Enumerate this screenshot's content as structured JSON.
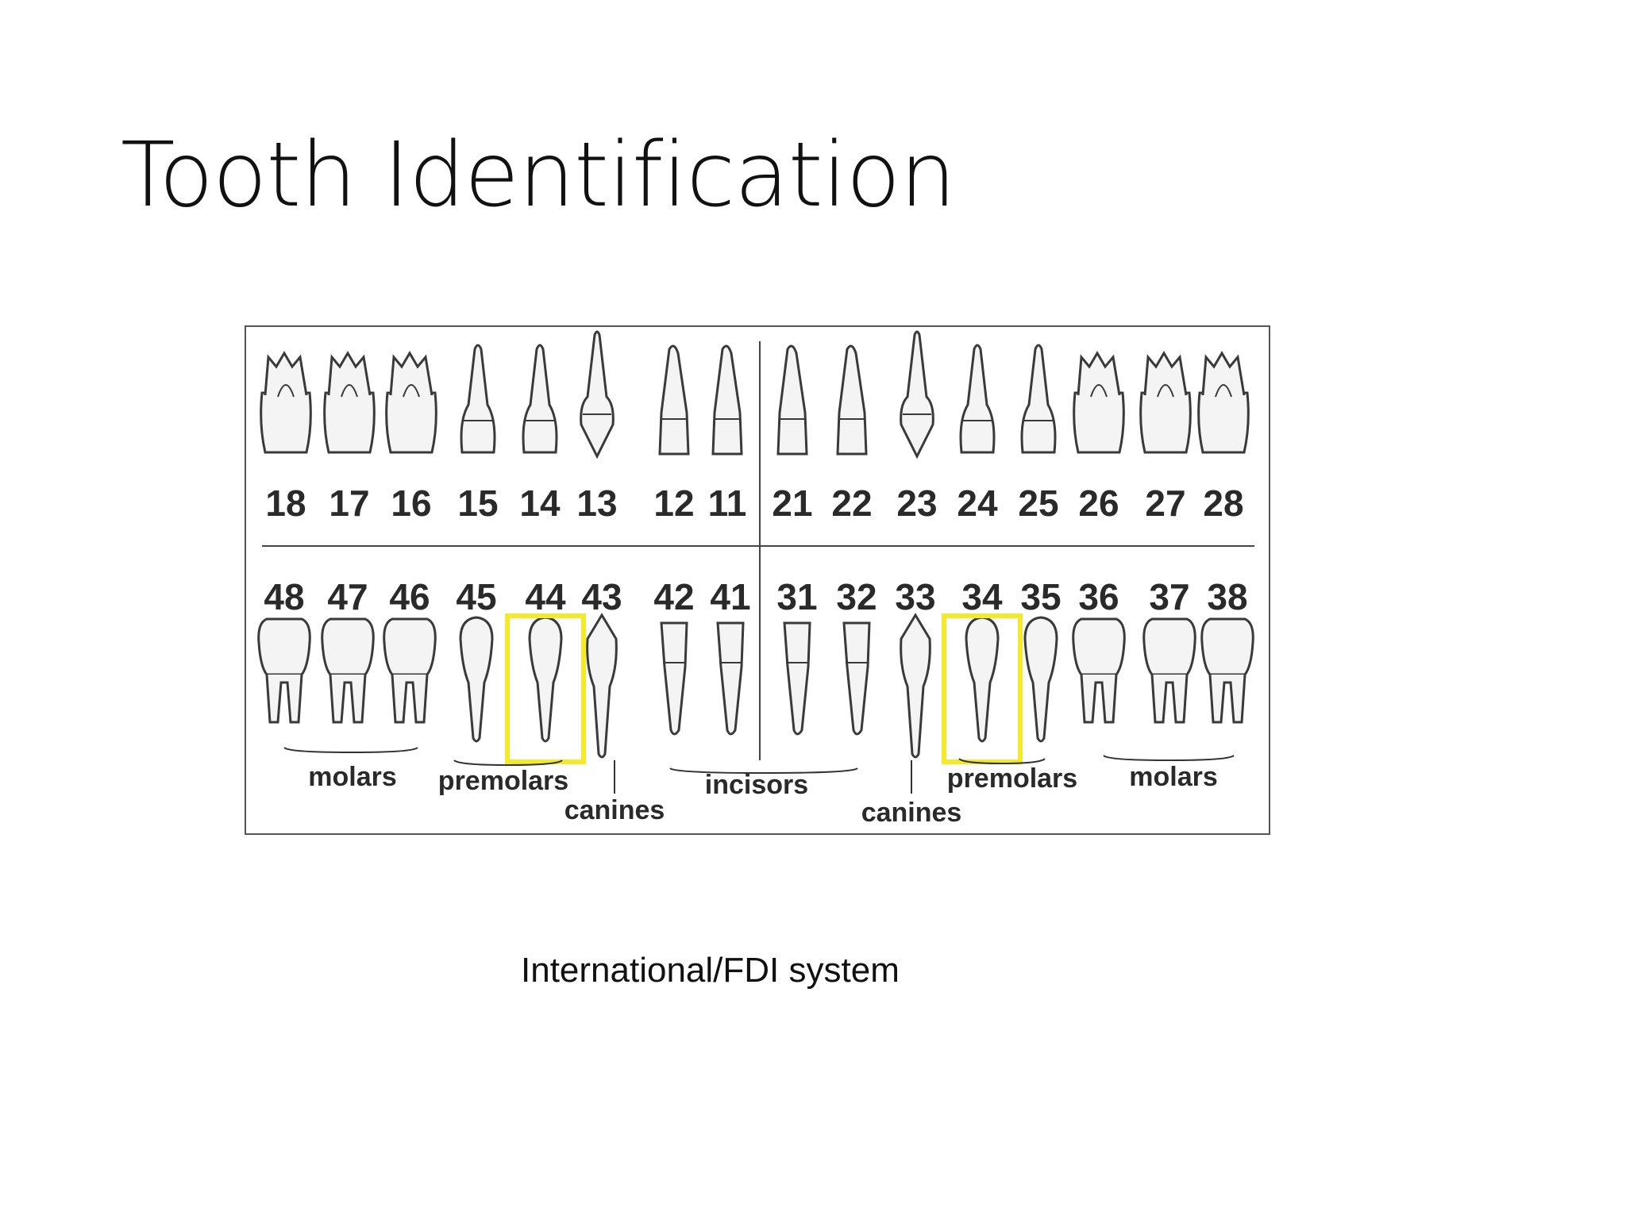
{
  "title": "Tooth Identification",
  "caption": "International/FDI system",
  "highlight_color": "#f2ea2a",
  "upper_teeth": [
    {
      "num": "18",
      "kind": "molar"
    },
    {
      "num": "17",
      "kind": "molar"
    },
    {
      "num": "16",
      "kind": "molar"
    },
    {
      "num": "15",
      "kind": "premolar"
    },
    {
      "num": "14",
      "kind": "premolar"
    },
    {
      "num": "13",
      "kind": "canine"
    },
    {
      "num": "12",
      "kind": "incisor"
    },
    {
      "num": "11",
      "kind": "incisor"
    },
    {
      "num": "21",
      "kind": "incisor"
    },
    {
      "num": "22",
      "kind": "incisor"
    },
    {
      "num": "23",
      "kind": "canine"
    },
    {
      "num": "24",
      "kind": "premolar"
    },
    {
      "num": "25",
      "kind": "premolar"
    },
    {
      "num": "26",
      "kind": "molar"
    },
    {
      "num": "27",
      "kind": "molar"
    },
    {
      "num": "28",
      "kind": "molar"
    }
  ],
  "lower_teeth": [
    {
      "num": "48",
      "kind": "molar"
    },
    {
      "num": "47",
      "kind": "molar"
    },
    {
      "num": "46",
      "kind": "molar"
    },
    {
      "num": "45",
      "kind": "premolar"
    },
    {
      "num": "44",
      "kind": "premolar",
      "highlighted": true
    },
    {
      "num": "43",
      "kind": "canine"
    },
    {
      "num": "42",
      "kind": "incisor"
    },
    {
      "num": "41",
      "kind": "incisor"
    },
    {
      "num": "31",
      "kind": "incisor"
    },
    {
      "num": "32",
      "kind": "incisor"
    },
    {
      "num": "33",
      "kind": "canine"
    },
    {
      "num": "34",
      "kind": "premolar",
      "highlighted": true
    },
    {
      "num": "35",
      "kind": "premolar"
    },
    {
      "num": "36",
      "kind": "molar"
    },
    {
      "num": "37",
      "kind": "molar"
    },
    {
      "num": "38",
      "kind": "molar"
    }
  ],
  "group_labels": [
    "molars",
    "premolars",
    "canines",
    "incisors",
    "canines",
    "premolars",
    "molars"
  ]
}
